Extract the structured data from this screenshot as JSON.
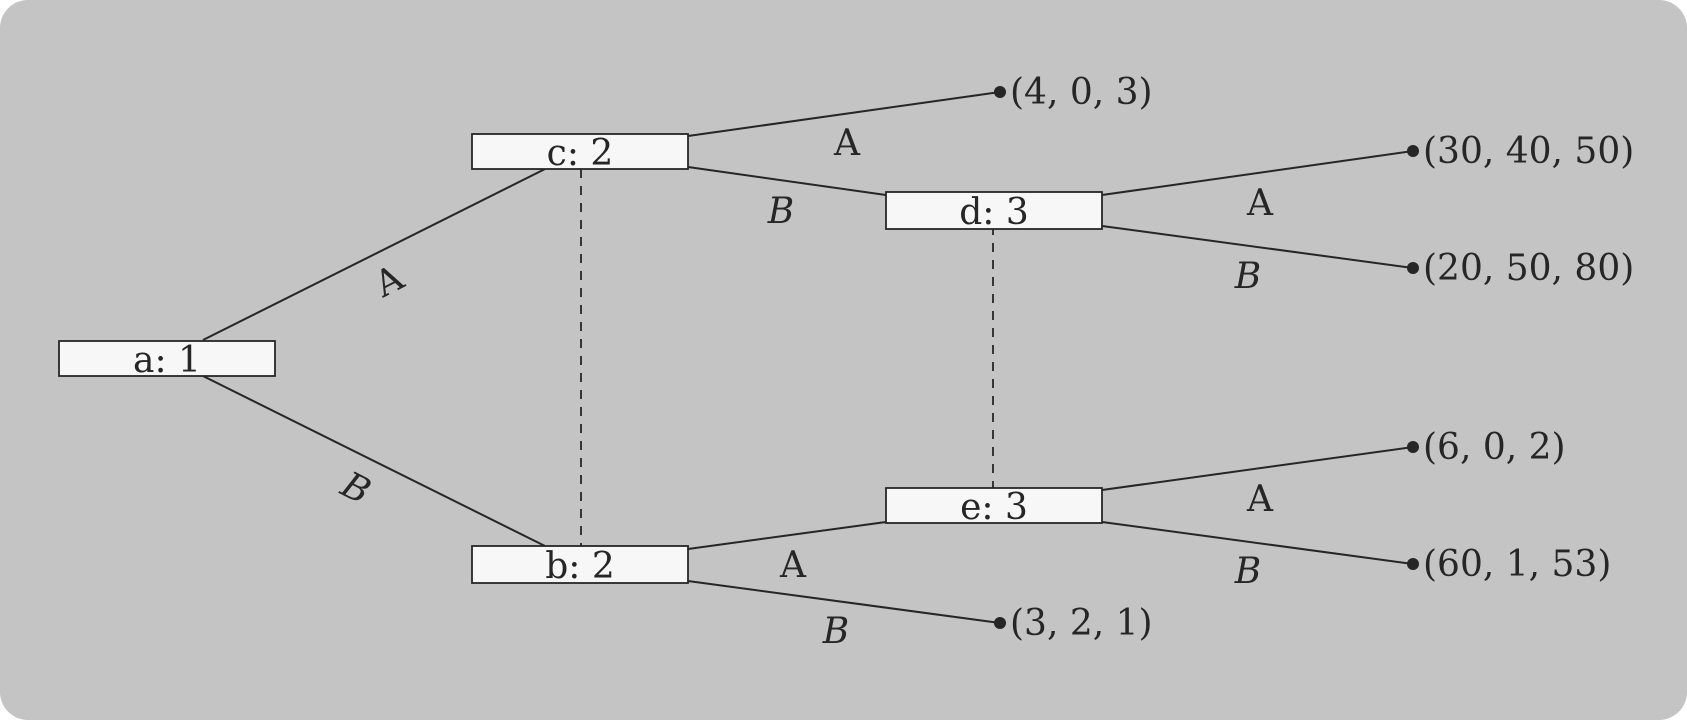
{
  "nodes": {
    "a": "a:  1",
    "c": "c:  2",
    "b": "b:  2",
    "d": "d:  3",
    "e": "e:  3"
  },
  "edge_labels": {
    "a_c": "A",
    "a_b": "B",
    "c_leaf": "A",
    "c_d": "B",
    "b_e": "A",
    "b_leaf": "B",
    "d_leaf_top": "A",
    "d_leaf_bottom": "B",
    "e_leaf_top": "A",
    "e_leaf_bottom": "B"
  },
  "payoffs": {
    "c_A": "(4, 0, 3)",
    "d_A": "(30, 40, 50)",
    "d_B": "(20, 50, 80)",
    "e_A": "(6, 0, 2)",
    "e_B": "(60, 1, 53)",
    "b_B": "(3, 2, 1)"
  }
}
